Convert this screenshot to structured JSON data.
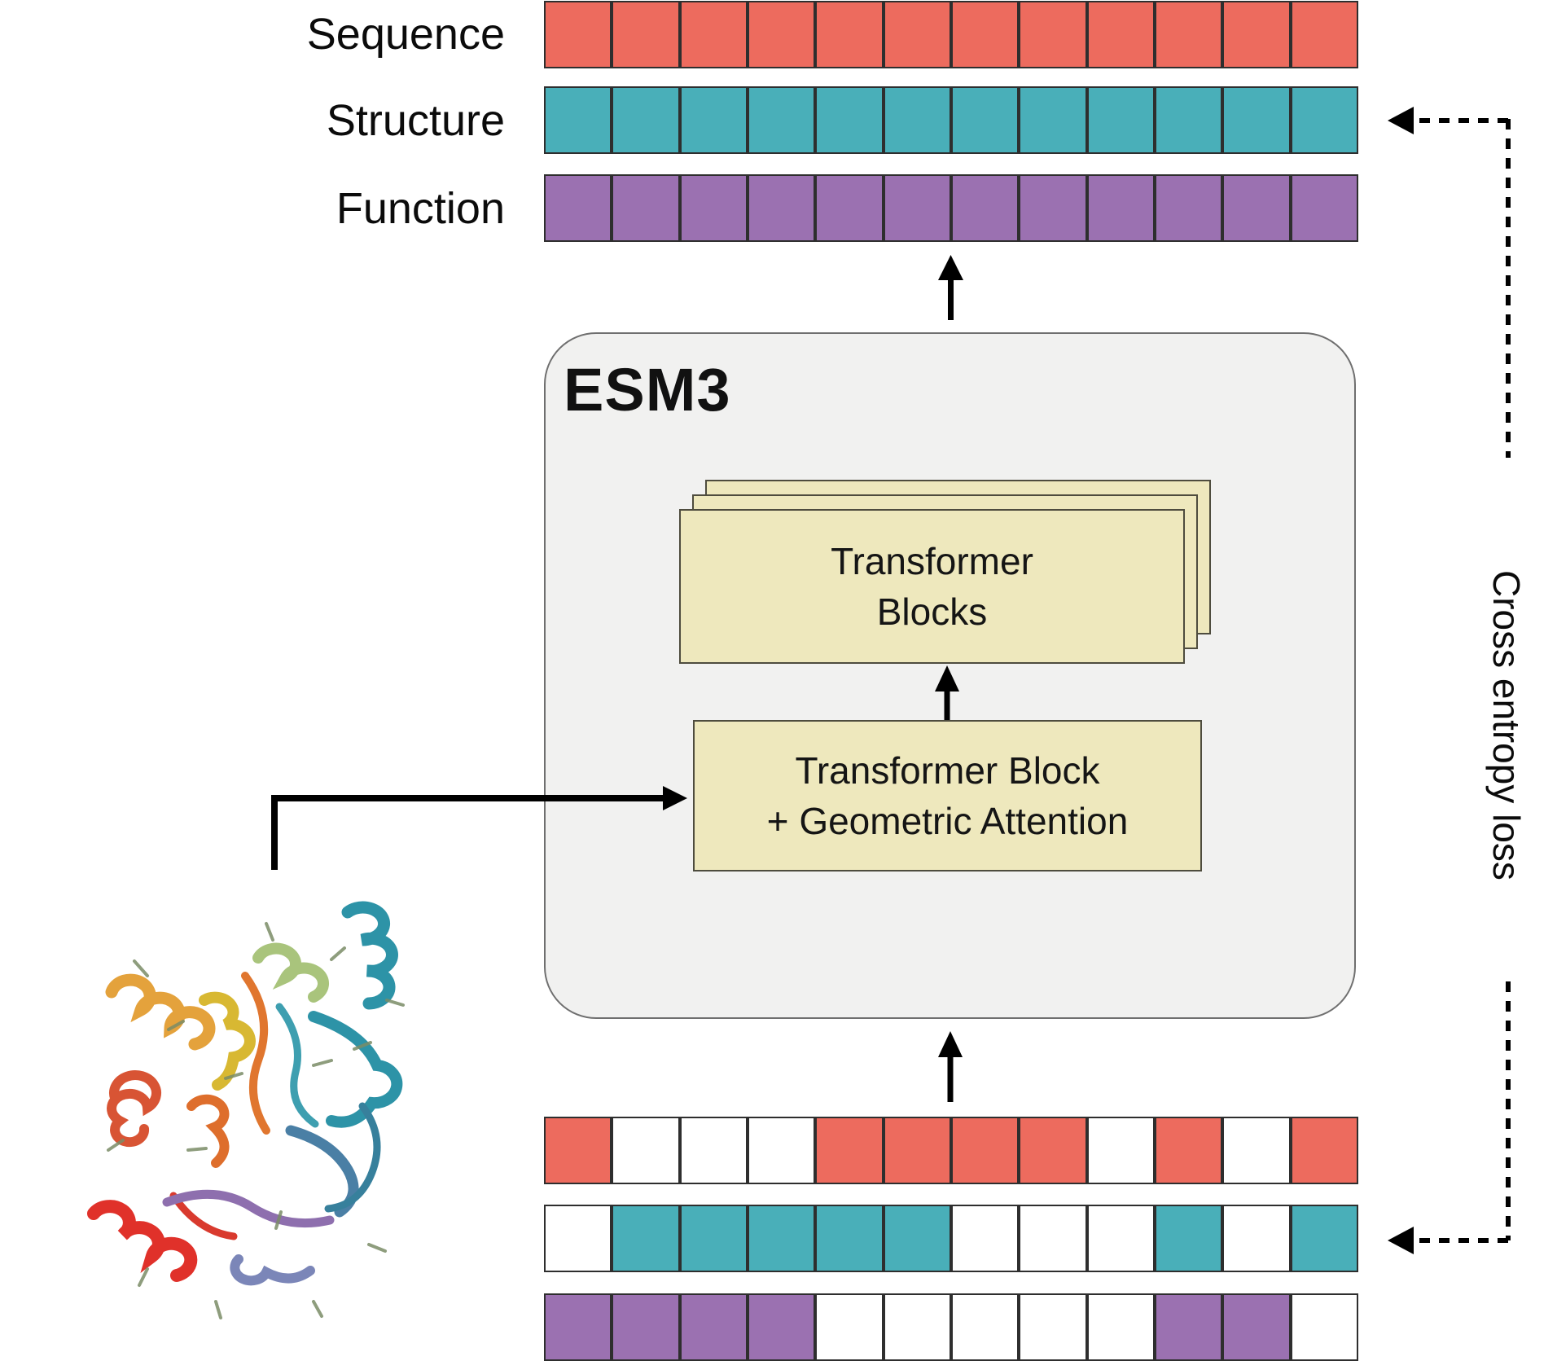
{
  "labels": {
    "sequence": "Sequence",
    "structure": "Structure",
    "function": "Function"
  },
  "esm3": {
    "title": "ESM3",
    "blocks_line1": "Transformer",
    "blocks_line2": "Blocks",
    "geo_line1": "Transformer Block",
    "geo_line2": "+ Geometric Attention"
  },
  "loss_label": "Cross entropy loss",
  "colors": {
    "salmon": "#ED6B5E",
    "teal": "#49AFB9",
    "purple": "#9B71B1",
    "cream": "#EEE8BD",
    "panel": "#F1F1F0",
    "empty": "#FFFFFF"
  },
  "top_tracks": [
    {
      "name": "sequence-output-track",
      "color": "salmon",
      "cells": [
        1,
        1,
        1,
        1,
        1,
        1,
        1,
        1,
        1,
        1,
        1,
        1
      ]
    },
    {
      "name": "structure-output-track",
      "color": "teal",
      "cells": [
        1,
        1,
        1,
        1,
        1,
        1,
        1,
        1,
        1,
        1,
        1,
        1
      ]
    },
    {
      "name": "function-output-track",
      "color": "purple",
      "cells": [
        1,
        1,
        1,
        1,
        1,
        1,
        1,
        1,
        1,
        1,
        1,
        1
      ]
    }
  ],
  "masked_tracks": [
    {
      "name": "sequence-masked-track",
      "color": "salmon",
      "cells": [
        1,
        0,
        0,
        0,
        1,
        1,
        1,
        1,
        0,
        1,
        0,
        1
      ]
    },
    {
      "name": "structure-masked-track",
      "color": "teal",
      "cells": [
        0,
        1,
        1,
        1,
        1,
        1,
        0,
        0,
        0,
        1,
        0,
        1
      ]
    },
    {
      "name": "function-masked-track",
      "color": "purple",
      "cells": [
        1,
        1,
        1,
        1,
        0,
        0,
        0,
        0,
        0,
        1,
        1,
        0
      ]
    }
  ],
  "num_cells": 12
}
